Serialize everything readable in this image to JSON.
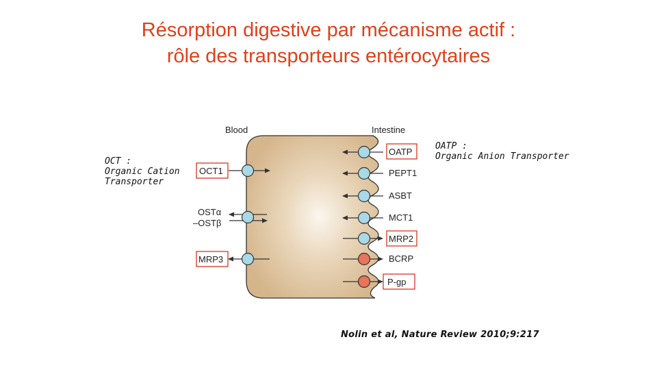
{
  "title": {
    "line1": "Résorption digestive par mécanisme actif :",
    "line2": "rôle des transporteurs entérocytaires"
  },
  "diagram": {
    "blood_label": "Blood",
    "intestine_label": "Intestine",
    "blood_transporters": [
      {
        "label": "OCT1",
        "line2": "",
        "highlighted": true,
        "direction": "into-blood"
      },
      {
        "label": "OSTα",
        "line2": "–OSTβ",
        "highlighted": false,
        "direction": "bidirectional"
      },
      {
        "label": "MRP3",
        "line2": "",
        "highlighted": true,
        "direction": "into-blood"
      }
    ],
    "intestine_transporters": [
      {
        "label": "OATP",
        "highlighted": true,
        "direction": "uptake",
        "type": "uptake"
      },
      {
        "label": "PEPT1",
        "highlighted": false,
        "direction": "uptake",
        "type": "uptake"
      },
      {
        "label": "ASBT",
        "highlighted": false,
        "direction": "uptake",
        "type": "uptake"
      },
      {
        "label": "MCT1",
        "highlighted": false,
        "direction": "uptake",
        "type": "uptake"
      },
      {
        "label": "MRP2",
        "highlighted": true,
        "direction": "efflux",
        "type": "uptake"
      },
      {
        "label": "BCRP",
        "highlighted": false,
        "direction": "efflux",
        "type": "efflux"
      },
      {
        "label": "P-gp",
        "highlighted": true,
        "direction": "efflux",
        "type": "efflux"
      }
    ],
    "colors": {
      "uptake": "#a9d8e6",
      "efflux": "#e8745a",
      "highlight": "#d7361f",
      "cell": "#d9bb92"
    }
  },
  "notes": {
    "oct": "OCT :\nOrganic Cation\nTransporter",
    "oatp": "OATP :\nOrganic Anion Transporter"
  },
  "citation": "Nolin et al, Nature Review 2010;9:217"
}
